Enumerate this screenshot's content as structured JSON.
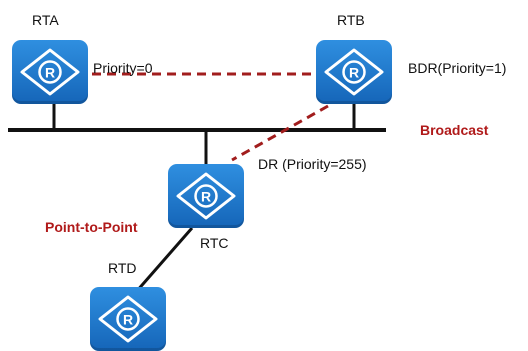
{
  "diagram": {
    "routers": [
      {
        "id": "rta",
        "name": "RTA",
        "icon": "router-icon"
      },
      {
        "id": "rtb",
        "name": "RTB",
        "icon": "router-icon"
      },
      {
        "id": "rtc",
        "name": "RTC",
        "icon": "router-icon"
      },
      {
        "id": "rtd",
        "name": "RTD",
        "icon": "router-icon"
      }
    ],
    "labels": {
      "rta_priority": "Priority=0",
      "rtb_role": "BDR(Priority=1)",
      "rtc_role": "DR (Priority=255)",
      "broadcast": "Broadcast",
      "point_to_point": "Point-to-Point",
      "router_glyph": "R"
    },
    "colors": {
      "router_fill": "#1f78d1",
      "adjacency_line": "#a11d1d",
      "network_label": "#b01a1a",
      "bus": "#111111"
    }
  }
}
